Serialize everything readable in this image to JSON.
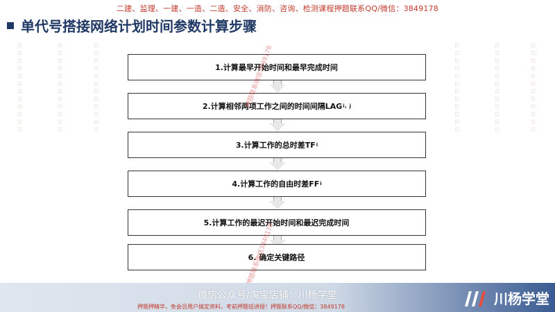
{
  "top_notice": "二建、监理、一建、一造、二造、安全、消防、咨询、检测课程押题联系QQ/微信：3849178",
  "title": "单代号搭接网络计划时间参数计算步骤",
  "steps": [
    {
      "text": "1.计算最早开始时间和最早完成时间",
      "sub": ""
    },
    {
      "text": "2.计算相邻两项工作之间的时间间隔LAG",
      "sub": "i，j"
    },
    {
      "text": "3.计算工作的总时差TF",
      "sub": "i"
    },
    {
      "text": "4.计算工作的自由时差FF",
      "sub": "i"
    },
    {
      "text": "5.计算工作的最迟开始时间和最迟完成时间",
      "sub": ""
    },
    {
      "text": "6.  确定关键路径",
      "sub": ""
    }
  ],
  "diag_marks": [
    "押题联系微信3849178",
    "押题联系微信3849178"
  ],
  "footer": {
    "main": "微信公众号/淘宝店铺：川杨学堂",
    "notice": "押题押精华，免会员用户搞定资料，考前押题班讲授！押题联系QQ/微信：3849178",
    "brand": "川杨学堂"
  },
  "colors": {
    "title": "#1f3864",
    "notice": "#c0392b"
  }
}
